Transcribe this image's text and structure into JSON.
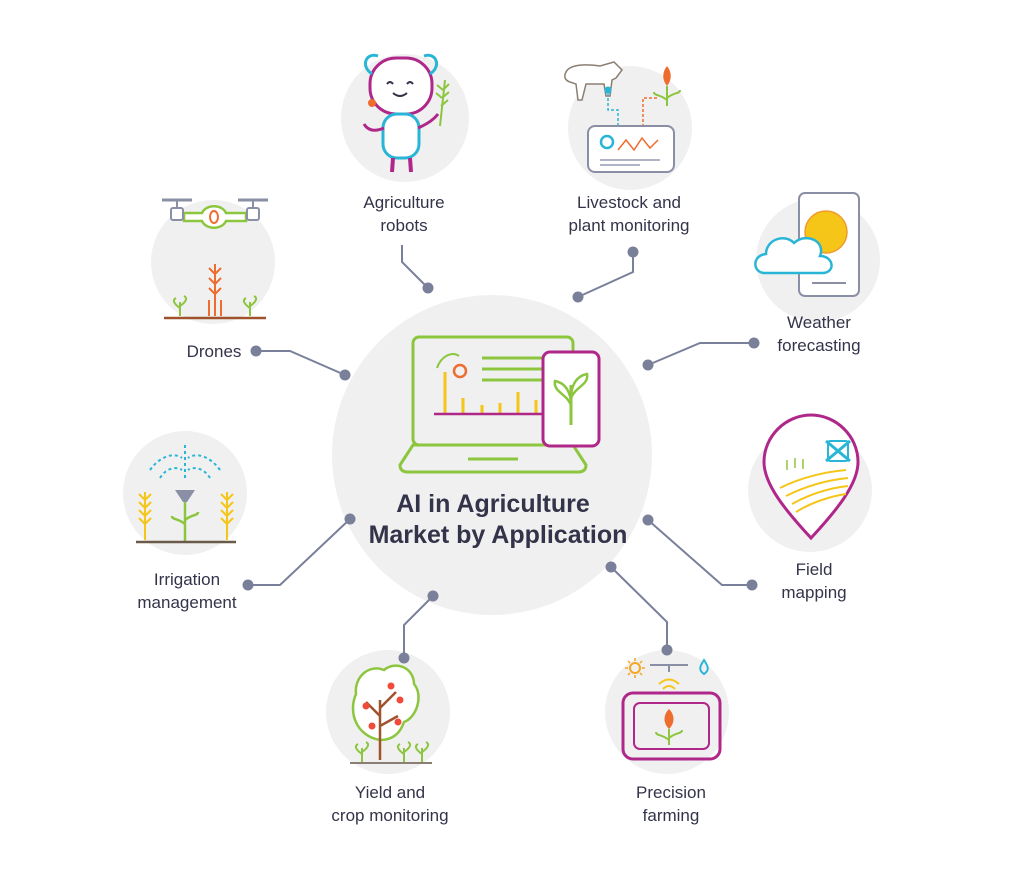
{
  "title_line1": "AI in Agriculture",
  "title_line2": "Market by Application",
  "nodes": [
    {
      "line1": "Agriculture",
      "line2": "robots",
      "icon": "robot-icon"
    },
    {
      "line1": "Livestock and",
      "line2": "plant monitoring",
      "icon": "livestock-monitor-icon"
    },
    {
      "line1": "Weather",
      "line2": "forecasting",
      "icon": "weather-phone-icon"
    },
    {
      "line1": "Field",
      "line2": "mapping",
      "icon": "map-pin-icon"
    },
    {
      "line1": "Precision",
      "line2": "farming",
      "icon": "sensor-plant-icon"
    },
    {
      "line1": "Yield and",
      "line2": "crop monitoring",
      "icon": "fruit-tree-icon"
    },
    {
      "line1": "Irrigation",
      "line2": "management",
      "icon": "sprinkler-icon"
    },
    {
      "line1": "Drones",
      "line2": "",
      "icon": "drone-icon"
    }
  ],
  "colors": {
    "circle": "#f0f0f0",
    "connector": "#7a7f9a",
    "green": "#8cc63f",
    "magenta": "#b0278a",
    "orange": "#ef6c2f",
    "yellow": "#f5c518",
    "cyan": "#29b6d6",
    "text": "#33334a"
  }
}
